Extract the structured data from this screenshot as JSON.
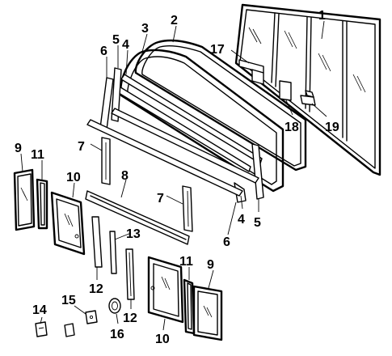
{
  "callouts": {
    "c1": "1",
    "c2": "2",
    "c3": "3",
    "c4a": "4",
    "c4b": "4",
    "c5a": "5",
    "c5b": "5",
    "c6a": "6",
    "c6b": "6",
    "c7a": "7",
    "c7b": "7",
    "c8": "8",
    "c9a": "9",
    "c9b": "9",
    "c10a": "10",
    "c10b": "10",
    "c11a": "11",
    "c11b": "11",
    "c12a": "12",
    "c12b": "12",
    "c13": "13",
    "c14": "14",
    "c15": "15",
    "c16": "16",
    "c17": "17",
    "c18": "18",
    "c19": "19"
  }
}
